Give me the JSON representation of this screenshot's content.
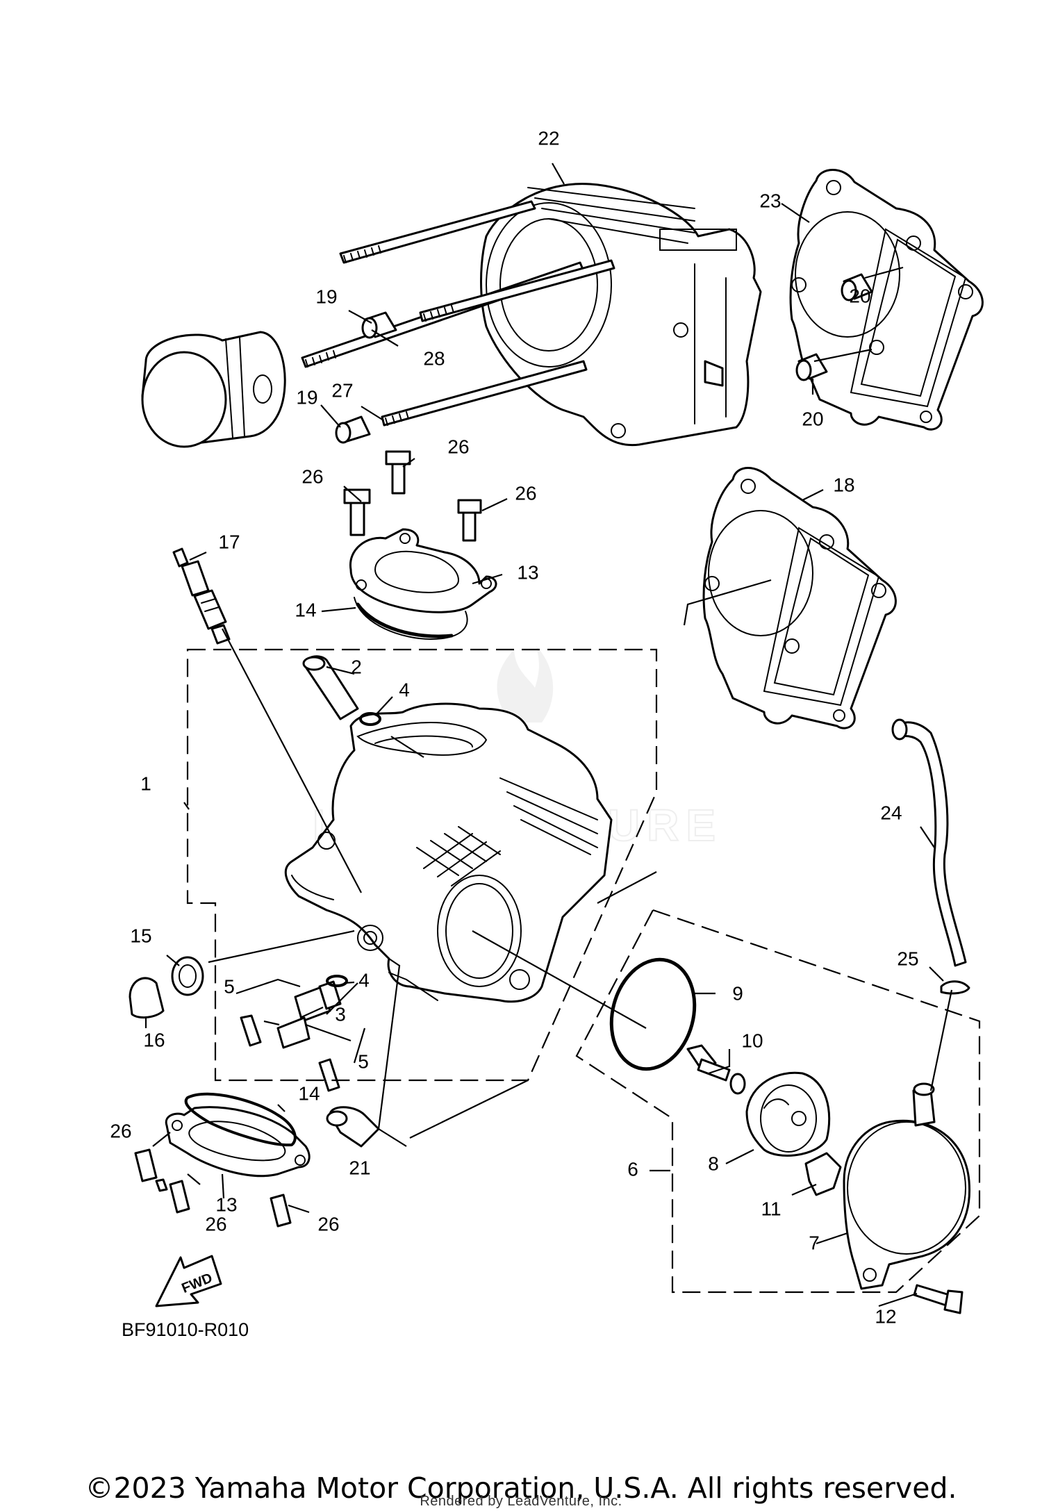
{
  "callouts": [
    "1",
    "2",
    "3",
    "4",
    "4",
    "5",
    "5",
    "6",
    "7",
    "8",
    "9",
    "10",
    "11",
    "12",
    "13",
    "13",
    "14",
    "14",
    "15",
    "16",
    "17",
    "18",
    "19",
    "19",
    "20",
    "20",
    "21",
    "22",
    "23",
    "24",
    "25",
    "26",
    "26",
    "26",
    "26",
    "26",
    "26",
    "27",
    "28"
  ],
  "direction_label": "FWD",
  "diagram_code": "BF91010-R010",
  "watermark_text": "LEADVENTURE",
  "footer": {
    "copyright": "©2023 Yamaha Motor Corporation, U.S.A. All rights reserved.",
    "rendered_by": "Rendered by LeadVenture, Inc."
  }
}
